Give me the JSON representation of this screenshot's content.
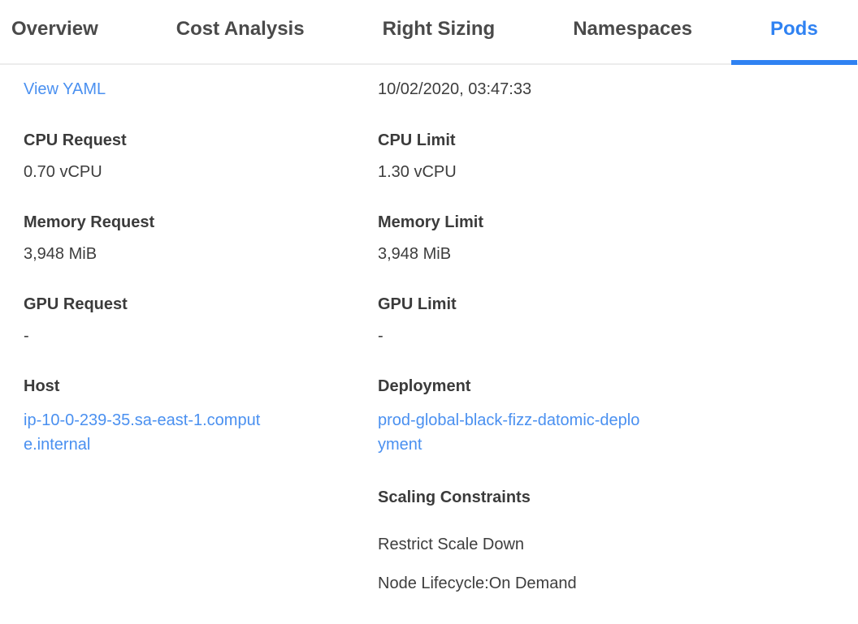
{
  "colors": {
    "accent": "#2f82f2",
    "link": "#4a90f0",
    "tab-text": "#4a4a4a",
    "body-text": "#3d3d3d",
    "border": "#ececec"
  },
  "tabs": [
    {
      "label": "Overview",
      "active": false
    },
    {
      "label": "Cost Analysis",
      "active": false
    },
    {
      "label": "Right Sizing",
      "active": false
    },
    {
      "label": "Namespaces",
      "active": false
    },
    {
      "label": "Pods",
      "active": true
    }
  ],
  "details": {
    "view_yaml": "View YAML",
    "timestamp": "10/02/2020, 03:47:33",
    "cpu_request": {
      "label": "CPU Request",
      "value": "0.70 vCPU"
    },
    "cpu_limit": {
      "label": "CPU Limit",
      "value": "1.30 vCPU"
    },
    "memory_request": {
      "label": "Memory Request",
      "value": "3,948 MiB"
    },
    "memory_limit": {
      "label": "Memory Limit",
      "value": "3,948 MiB"
    },
    "gpu_request": {
      "label": "GPU Request",
      "value": "-"
    },
    "gpu_limit": {
      "label": "GPU Limit",
      "value": "-"
    },
    "host": {
      "label": "Host",
      "value": "ip-10-0-239-35.sa-east-1.compute.internal"
    },
    "deployment": {
      "label": "Deployment",
      "value": "prod-global-black-fizz-datomic-deployment"
    },
    "scaling_constraints": {
      "label": "Scaling Constraints",
      "items": [
        "Restrict Scale Down",
        "Node Lifecycle:On Demand"
      ]
    }
  }
}
